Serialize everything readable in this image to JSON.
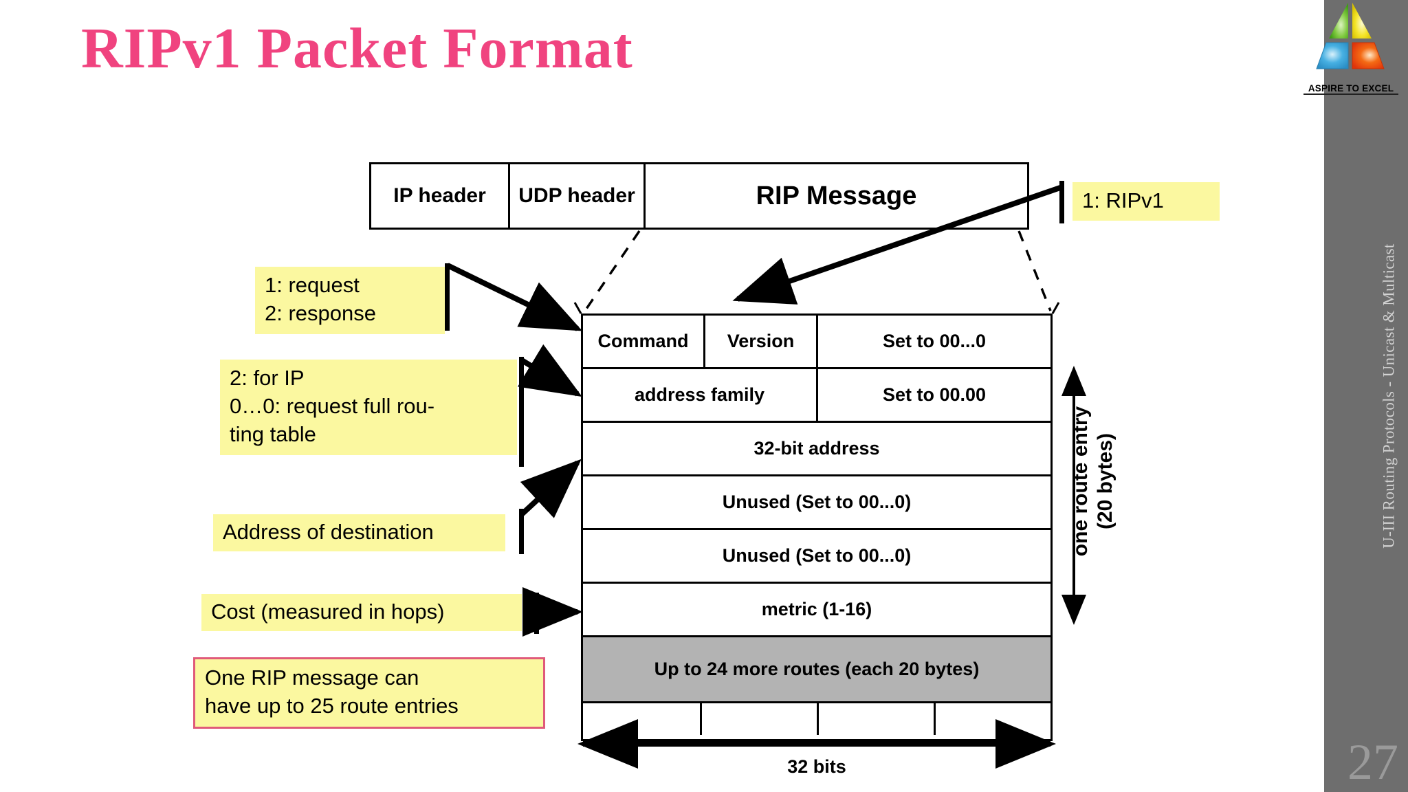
{
  "slide": {
    "title": "RIPv1  Packet Format",
    "page_number": "27",
    "sidebar_text": "U-III Routing Protocols - Unicast & Multicast",
    "accent_title_color": "#f0437f",
    "callout_bg_color": "#fbf8a0",
    "callout_border_color": "#e05a7a",
    "rail_color": "#6e6e6e",
    "grey_row_color": "#b3b3b3"
  },
  "logo": {
    "caption": "ASPIRE TO EXCEL",
    "green": "#5cb531",
    "yellow": "#f2e422",
    "blue": "#35a8dd",
    "orange": "#ef4c15"
  },
  "top_bar": {
    "ip_header": "IP header",
    "udp_header": "UDP header",
    "rip_message": "RIP Message"
  },
  "packet_table": {
    "rows": [
      {
        "cells": [
          "Command",
          "Version",
          "Set to 00...0"
        ]
      },
      {
        "cells": [
          "address family",
          "Set to 00.00"
        ]
      },
      {
        "cells": [
          "32-bit address"
        ]
      },
      {
        "cells": [
          "Unused (Set to 00...0)"
        ]
      },
      {
        "cells": [
          "Unused (Set to 00...0)"
        ]
      },
      {
        "cells": [
          "metric (1-16)"
        ]
      },
      {
        "cells": [
          "Up to 24 more routes (each 20 bytes)"
        ]
      }
    ],
    "width_label": "32 bits",
    "entry_label_line1": "one route entry",
    "entry_label_line2": "(20 bytes)"
  },
  "callouts": {
    "rip_version": "1: RIPv1",
    "command_line1": "1: request",
    "command_line2": "2: response",
    "address_family_line1": "2: for IP",
    "address_family_line2": "0…0:  request full rou-",
    "address_family_line3": "ting table",
    "destination": "Address of destination",
    "cost": "Cost (measured in hops)",
    "route_entries_line1": "One RIP message  can",
    "route_entries_line2": "have up to 25 route entries"
  }
}
